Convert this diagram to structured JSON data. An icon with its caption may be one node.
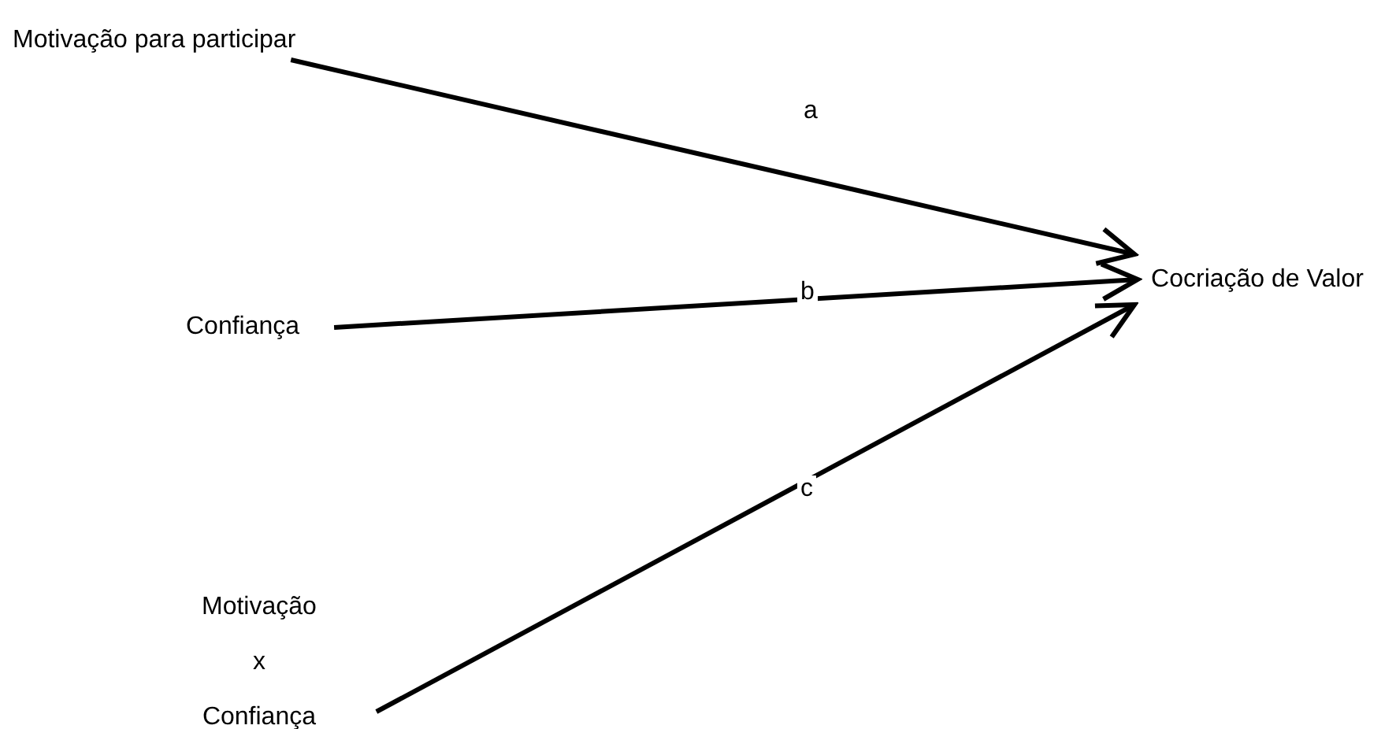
{
  "diagram": {
    "nodes": [
      {
        "text": [
          "Motivação para participar"
        ]
      },
      {
        "text": [
          "Confiança"
        ]
      },
      {
        "text": [
          "Motivação x Confiança"
        ]
      },
      {
        "text": [
          "Cocriação de Valor"
        ]
      }
    ],
    "edges": [
      {
        "from": 0,
        "to": 3,
        "arrow": "to",
        "label": "a"
      },
      {
        "from": 1,
        "to": 3,
        "arrow": "to",
        "label": "b"
      },
      {
        "from": 2,
        "to": 3,
        "arrow": "to",
        "label": "c"
      }
    ]
  }
}
